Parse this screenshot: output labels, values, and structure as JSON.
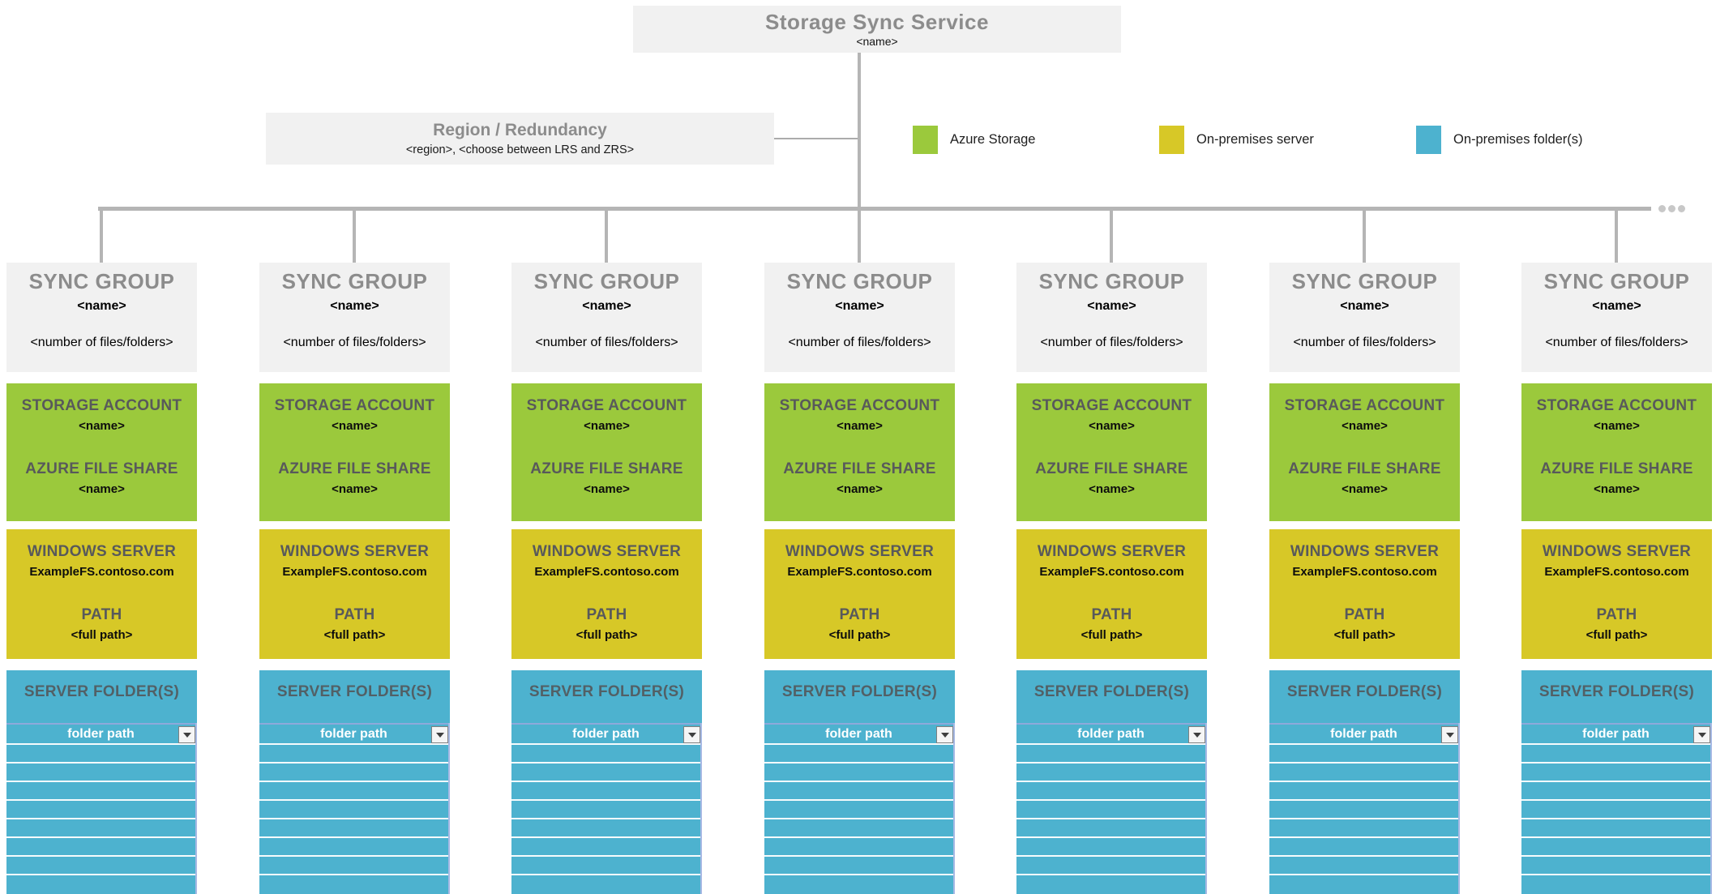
{
  "service_box": {
    "title": "Storage Sync Service",
    "name_placeholder": "<name>"
  },
  "region_box": {
    "title": "Region / Redundancy",
    "subtitle": "<region>, <choose between LRS and ZRS>"
  },
  "legend": {
    "items": [
      {
        "label": "Azure Storage",
        "color": "#9bc93c"
      },
      {
        "label": "On-premises server",
        "color": "#d7c827"
      },
      {
        "label": "On-premises folder(s)",
        "color": "#4db2cf"
      }
    ]
  },
  "more_indicator": {
    "icon": "ellipsis-dots"
  },
  "sync_group": {
    "count": 7,
    "header": {
      "title": "SYNC GROUP",
      "name_placeholder": "<name>",
      "count_placeholder": "<number of files/folders>"
    },
    "azure": {
      "storage_account_label": "STORAGE ACCOUNT",
      "storage_account_name": "<name>",
      "file_share_label": "AZURE FILE SHARE",
      "file_share_name": "<name>"
    },
    "server": {
      "windows_server_label": "WINDOWS SERVER",
      "server_fqdn": "ExampleFS.contoso.com",
      "path_label": "PATH",
      "path_placeholder": "<full path>"
    },
    "folders": {
      "title": "SERVER FOLDER(S)",
      "first_row_value": "folder path",
      "empty_row_count": 8
    }
  },
  "colors": {
    "azure_green": "#9bc93c",
    "server_yellow": "#d7c827",
    "folder_teal": "#4db2cf",
    "box_gray": "#f1f1f1",
    "line_gray": "#b5b5b5"
  }
}
